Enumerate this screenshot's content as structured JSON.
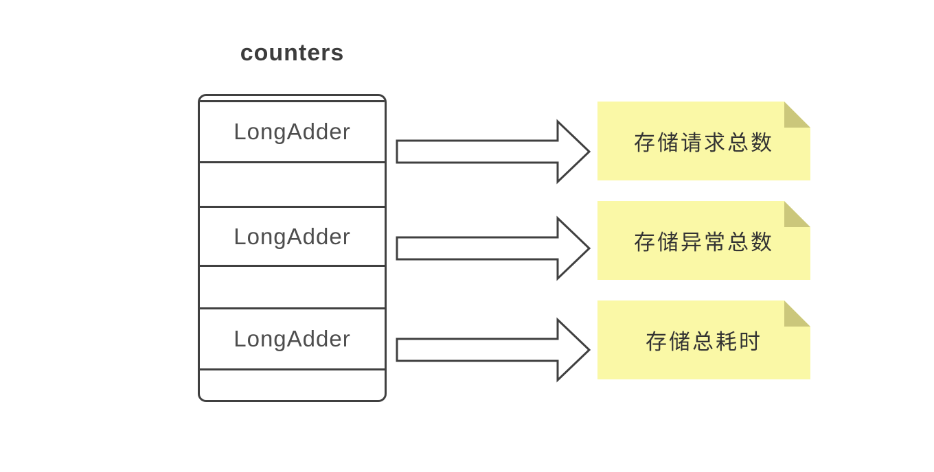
{
  "title": "counters",
  "cells": [
    {
      "label": "LongAdder"
    },
    {
      "label": "LongAdder"
    },
    {
      "label": "LongAdder"
    }
  ],
  "notes": [
    {
      "text": "存储请求总数"
    },
    {
      "text": "存储异常总数"
    },
    {
      "text": "存储总耗时"
    }
  ],
  "colors": {
    "stroke": "#404040",
    "title_text": "#3C3C3C",
    "cell_text": "#4D4D4D",
    "arrow_fill": "#FFFFFF",
    "note_fill": "#FAF8A6",
    "note_fold": "#CBC77B",
    "note_text": "#333333",
    "background": "#FFFFFF"
  }
}
